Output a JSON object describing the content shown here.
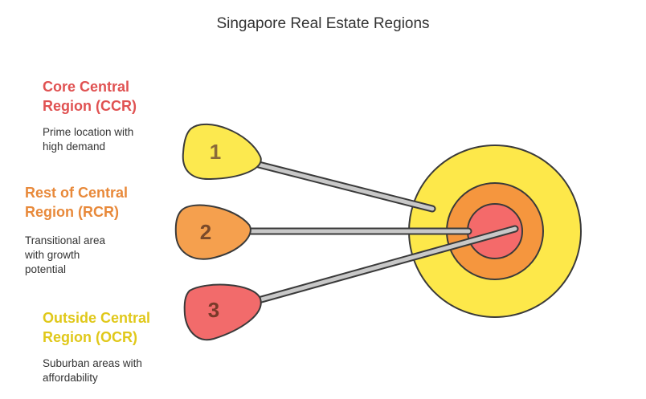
{
  "title": "Singapore Real Estate Regions",
  "regions": [
    {
      "number": "1",
      "heading_line1": "Core Central",
      "heading_line2": "Region (CCR)",
      "desc_line1": "Prime location with",
      "desc_line2": "high demand",
      "desc_line3": "",
      "color": "#e05252",
      "marker_fill": "#fce94f"
    },
    {
      "number": "2",
      "heading_line1": "Rest of Central",
      "heading_line2": "Region (RCR)",
      "desc_line1": "Transitional area",
      "desc_line2": "with growth",
      "desc_line3": "potential",
      "color": "#e8893a",
      "marker_fill": "#f5a04e"
    },
    {
      "number": "3",
      "heading_line1": "Outside Central",
      "heading_line2": "Region (OCR)",
      "desc_line1": "Suburban areas with",
      "desc_line2": "affordability",
      "desc_line3": "",
      "color": "#e0c81a",
      "marker_fill": "#f26b6b"
    }
  ],
  "target_colors": {
    "outer": "#fde84a",
    "middle": "#f5963e",
    "inner": "#f46a6a"
  }
}
